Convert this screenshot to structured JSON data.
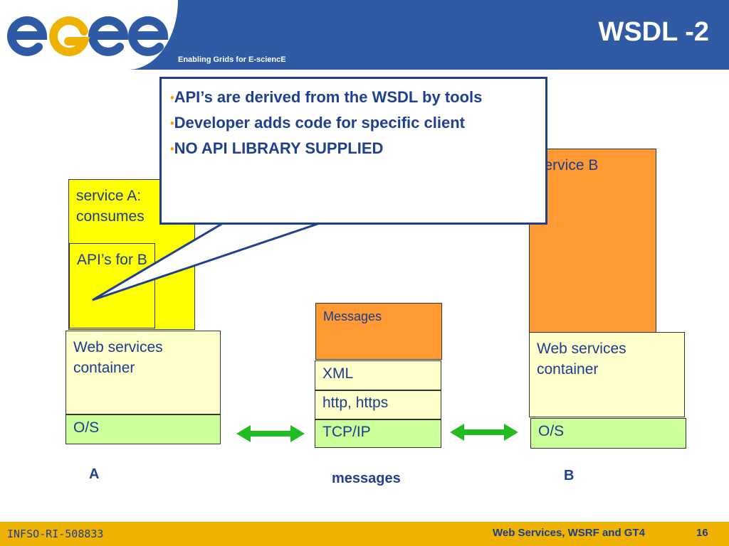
{
  "header": {
    "logo_text": "egee",
    "tagline": "Enabling Grids for E-sciencE",
    "title": "WSDL -2"
  },
  "callout": {
    "items": [
      "API’s are derived from the WSDL by tools",
      "Developer adds code for specific client",
      "NO API LIBRARY SUPPLIED"
    ]
  },
  "host_a": {
    "service_label": "service A: consumes",
    "api_label": "API’s for B",
    "container_label": "Web services container",
    "os_label": "O/S",
    "caption": "A"
  },
  "middle": {
    "messages_label": "Messages",
    "xml_label": "XML",
    "http_label": "http, https",
    "tcp_label": "TCP/IP",
    "caption": "messages"
  },
  "host_b": {
    "service_label": "service B",
    "container_label": "Web services container",
    "os_label": "O/S",
    "caption": "B"
  },
  "footer": {
    "left_text": "INFSO-RI-508833",
    "middle_text": "Web Services, WSRF and GT4",
    "page_number": "16"
  },
  "colors": {
    "header_blue": "#2f5aa4",
    "footer_gold": "#f0b200",
    "arrow_green": "#22bb22",
    "text_blue": "#1a3d8f"
  }
}
